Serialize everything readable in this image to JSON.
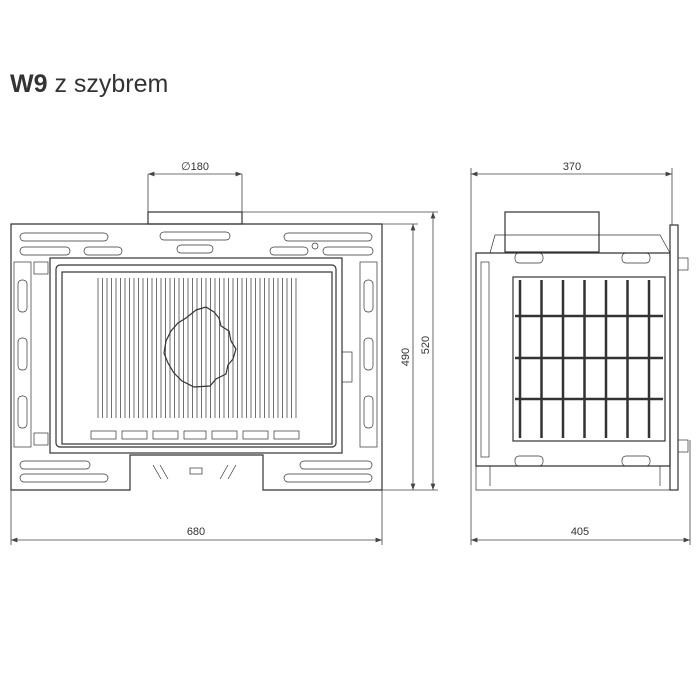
{
  "title": {
    "model": "W9",
    "subtitle": "z szybrem"
  },
  "front_view": {
    "dimensions": {
      "flue_diameter": "∅180",
      "width": "680",
      "height_inner": "490",
      "height_total": "520"
    }
  },
  "side_view": {
    "dimensions": {
      "depth_top": "370",
      "depth_total": "405"
    }
  }
}
